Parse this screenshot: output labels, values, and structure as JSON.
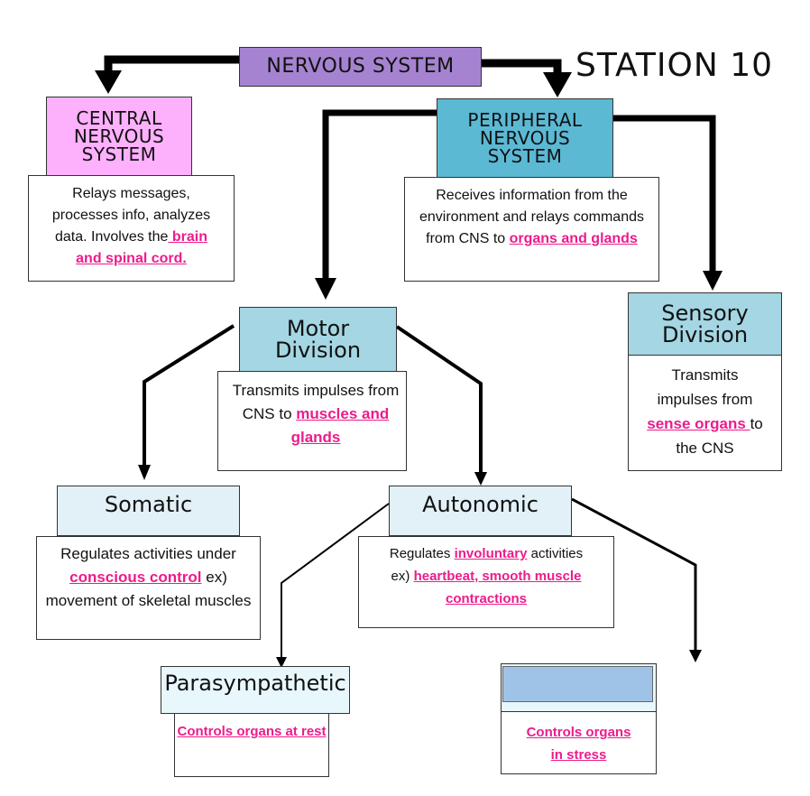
{
  "station_label": "STATION 10",
  "colors": {
    "nervous_system": "#a683d1",
    "central": "#fdb0fc",
    "peripheral": "#5bb9d4",
    "division": "#a4d6e3",
    "subdivision": "#e2f1f7",
    "parasympathetic": "#e8f7fc",
    "sympathetic_blank": "#9fc3e7",
    "highlight": "#ec1c8c"
  },
  "nodes": {
    "nervous_system": {
      "title": "NERVOUS SYSTEM"
    },
    "central": {
      "title": [
        "CENTRAL",
        "NERVOUS",
        "SYSTEM"
      ],
      "desc": [
        {
          "text": "Relays messages, processes info, analyzes data. Involves the",
          "hl": false
        },
        {
          "text": " brain and  spinal cord.",
          "hl": true
        }
      ]
    },
    "peripheral": {
      "title": [
        "PERIPHERAL",
        "NERVOUS",
        "SYSTEM"
      ],
      "desc": [
        {
          "text": "Receives information from the environment and relays commands from CNS to ",
          "hl": false
        },
        {
          "text": "organs and glands",
          "hl": true
        }
      ]
    },
    "motor": {
      "title": [
        "Motor",
        "Division"
      ],
      "desc": [
        {
          "text": "Transmits impulses from CNS to ",
          "hl": false
        },
        {
          "text": "muscles and  glands",
          "hl": true
        }
      ]
    },
    "sensory": {
      "title": [
        "Sensory",
        "Division"
      ],
      "desc": [
        {
          "text": "Transmits impulses from ",
          "hl": false
        },
        {
          "text": "sense organs ",
          "hl": true
        },
        {
          "text": "to the CNS",
          "hl": false
        }
      ]
    },
    "somatic": {
      "title": [
        "Somatic"
      ],
      "desc": [
        {
          "text": "Regulates activities under ",
          "hl": false
        },
        {
          "text": "conscious control",
          "hl": true
        },
        {
          "text": " ex) movement of skeletal muscles",
          "hl": false
        }
      ]
    },
    "autonomic": {
      "title": [
        "Autonomic"
      ],
      "desc": [
        {
          "text": "Regulates ",
          "hl": false
        },
        {
          "text": "involuntary",
          "hl": true
        },
        {
          "text": " activities ex) ",
          "hl": false
        },
        {
          "text": "heartbeat, smooth muscle contractions",
          "hl": true
        }
      ]
    },
    "parasympathetic": {
      "title": [
        "Parasympathetic"
      ],
      "desc": [
        {
          "text": "Controls organs at rest",
          "hl": true
        }
      ]
    },
    "sympathetic": {
      "title": [
        ""
      ],
      "desc": [
        {
          "text": "Controls organs in stress",
          "hl": true
        }
      ]
    }
  }
}
